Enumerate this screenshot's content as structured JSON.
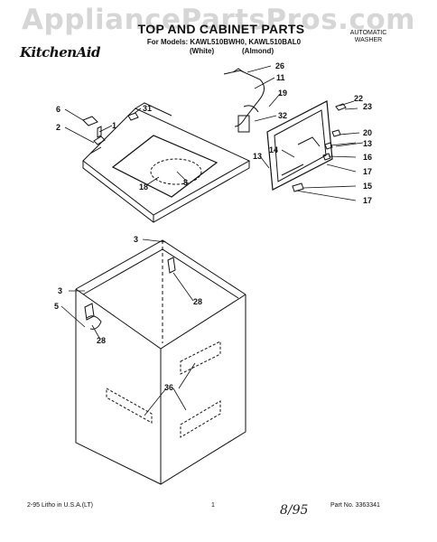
{
  "watermark": "AppliancePartsPros.com",
  "header": {
    "title": "TOP AND CABINET PARTS",
    "models": "For Models: KAWL510BWH0, KAWL510BAL0",
    "variant_white": "(White)",
    "variant_almond": "(Almond)",
    "product_type_line1": "AUTOMATIC",
    "product_type_line2": "WASHER",
    "brand": "KitchenAid"
  },
  "callouts": [
    "26",
    "11",
    "19",
    "32",
    "22",
    "23",
    "20",
    "13",
    "16",
    "17",
    "15",
    "17",
    "6",
    "31",
    "2",
    "1",
    "13",
    "14",
    "13",
    "18",
    "8",
    "3",
    "3",
    "5",
    "28",
    "28",
    "36"
  ],
  "footer": {
    "print_info": "2-95  Litho in U.S.A.(LT)",
    "page_number": "1",
    "handwritten_date": "8/95",
    "part_number": "Part No. 3363341"
  }
}
